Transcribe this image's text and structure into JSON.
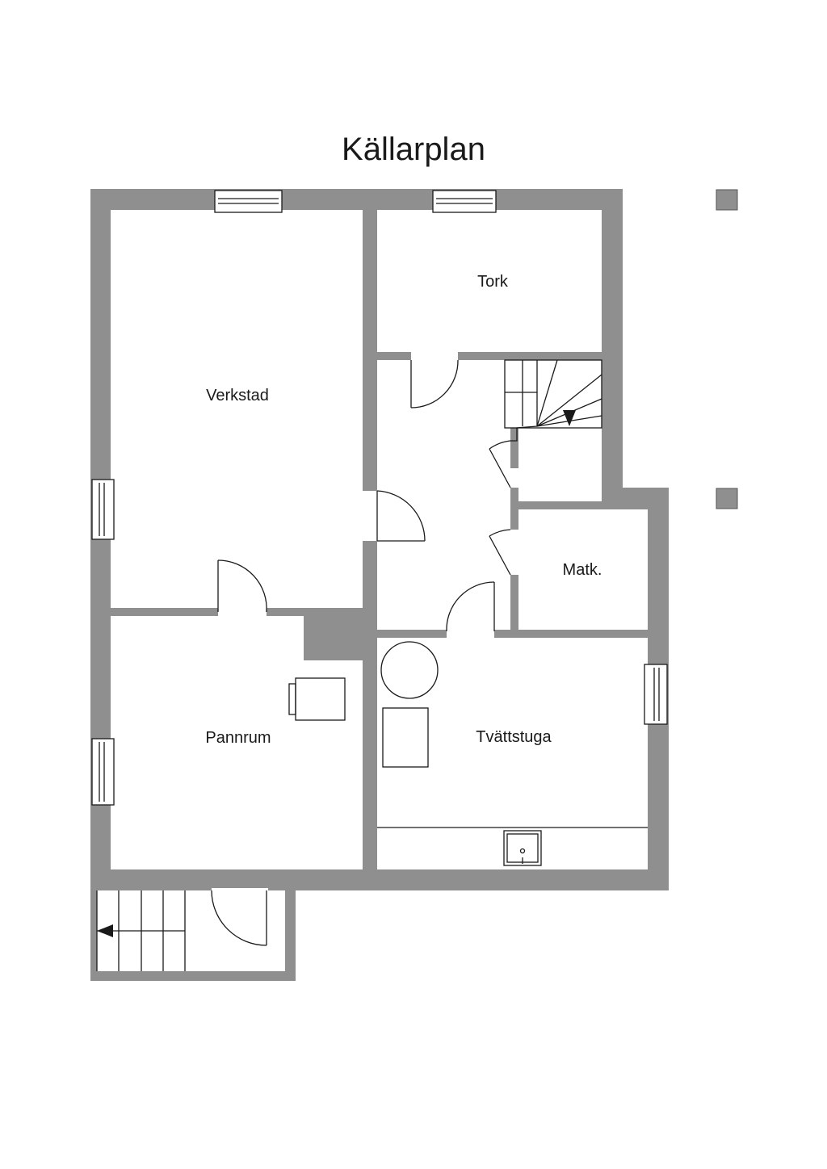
{
  "title": "Källarplan",
  "rooms": {
    "verkstad": "Verkstad",
    "tork": "Tork",
    "matk": "Matk.",
    "pannrum": "Pannrum",
    "tvattstuga": "Tvättstuga"
  },
  "colors": {
    "wall": "#8f8f8f",
    "line": "#1a1a1a",
    "background": "#ffffff"
  }
}
